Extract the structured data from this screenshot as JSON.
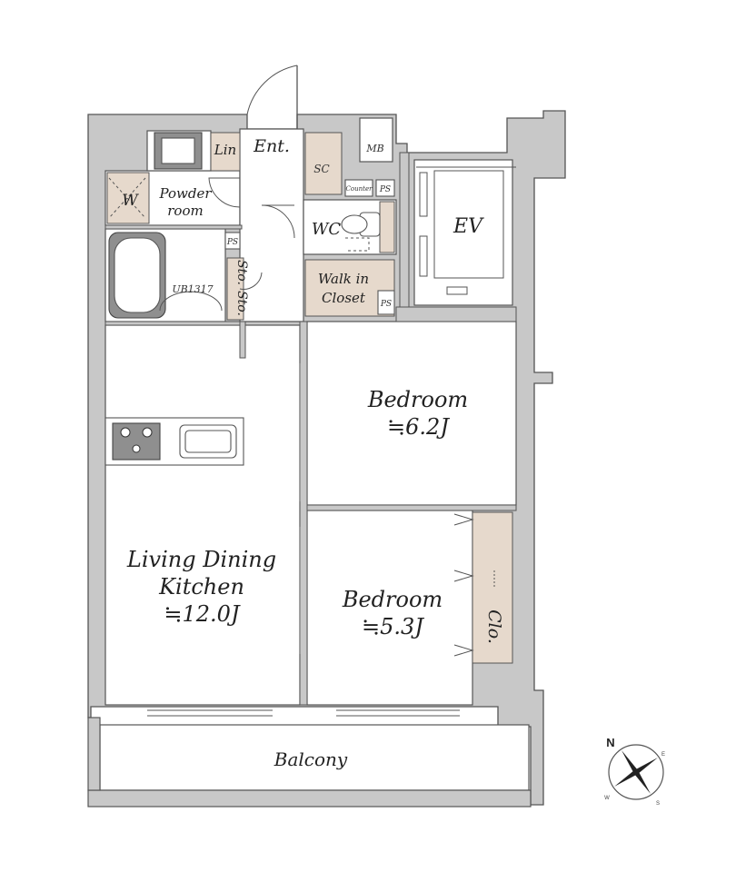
{
  "floorplan": {
    "rooms": {
      "ldk": {
        "name_line1": "Living Dining",
        "name_line2": "Kitchen",
        "size": "≒12.0J"
      },
      "bedroom1": {
        "name": "Bedroom",
        "size": "≒6.2J"
      },
      "bedroom2": {
        "name": "Bedroom",
        "size": "≒5.3J"
      },
      "balcony": "Balcony",
      "entrance": "Ent.",
      "wc": "WC",
      "powder_line1": "Powder",
      "powder_line2": "room",
      "walk_in_line1": "Walk in",
      "walk_in_line2": "Closet",
      "elevator": "EV",
      "bath": "UB1317"
    },
    "storage": {
      "linen": "Lin",
      "shoe_closet": "SC",
      "meter_box": "MB",
      "counter": "Counter",
      "storage_a": "Sto.",
      "storage_b": "Sto.",
      "closet": "Clo.",
      "washer": "W",
      "pipe_space_1": "PS",
      "pipe_space_2": "PS",
      "pipe_space_3": "PS"
    },
    "compass": {
      "north": "N",
      "east": "E",
      "south": "S",
      "west": "W"
    }
  }
}
